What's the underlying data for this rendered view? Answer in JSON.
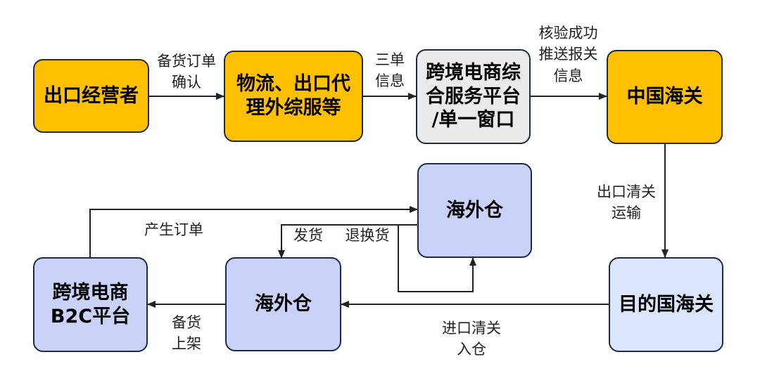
{
  "colors": {
    "orange": "#FFC000",
    "gray": "#EBEBEB",
    "lavender": "#CBD2FA",
    "light_blue": "#DCE6FF",
    "stroke": "#1F2A44",
    "line": "#222222"
  },
  "nodes": {
    "exporter": {
      "lines": [
        "出口经营者"
      ]
    },
    "logistics": {
      "lines": [
        "物流、出口代",
        "理外综服等"
      ]
    },
    "platform": {
      "lines": [
        "跨境电商综",
        "合服务平台",
        "/单一窗口"
      ]
    },
    "china_customs": {
      "lines": [
        "中国海关"
      ]
    },
    "dest_customs": {
      "lines": [
        "目的国海关"
      ]
    },
    "warehouse_bottom": {
      "lines": [
        "海外仓"
      ]
    },
    "warehouse_top": {
      "lines": [
        "海外仓"
      ]
    },
    "b2c": {
      "lines": [
        "跨境电商",
        "B2C平台"
      ]
    }
  },
  "edges": {
    "order_confirm": {
      "lines": [
        "备货订单",
        "确认"
      ]
    },
    "three_docs": {
      "lines": [
        "三单",
        "信息"
      ]
    },
    "verify_push": {
      "lines": [
        "核验成功",
        "推送报关",
        "信息"
      ]
    },
    "export_clearance": {
      "lines": [
        "出口清关",
        "运输"
      ]
    },
    "import_clearance": {
      "lines": [
        "进口清关",
        "入仓"
      ]
    },
    "stock_shelf": {
      "lines": [
        "备货",
        "上架"
      ]
    },
    "generate_order": {
      "lines": [
        "产生订单"
      ]
    },
    "ship": {
      "lines": [
        "发货"
      ]
    },
    "returns": {
      "lines": [
        "退换货"
      ]
    }
  }
}
